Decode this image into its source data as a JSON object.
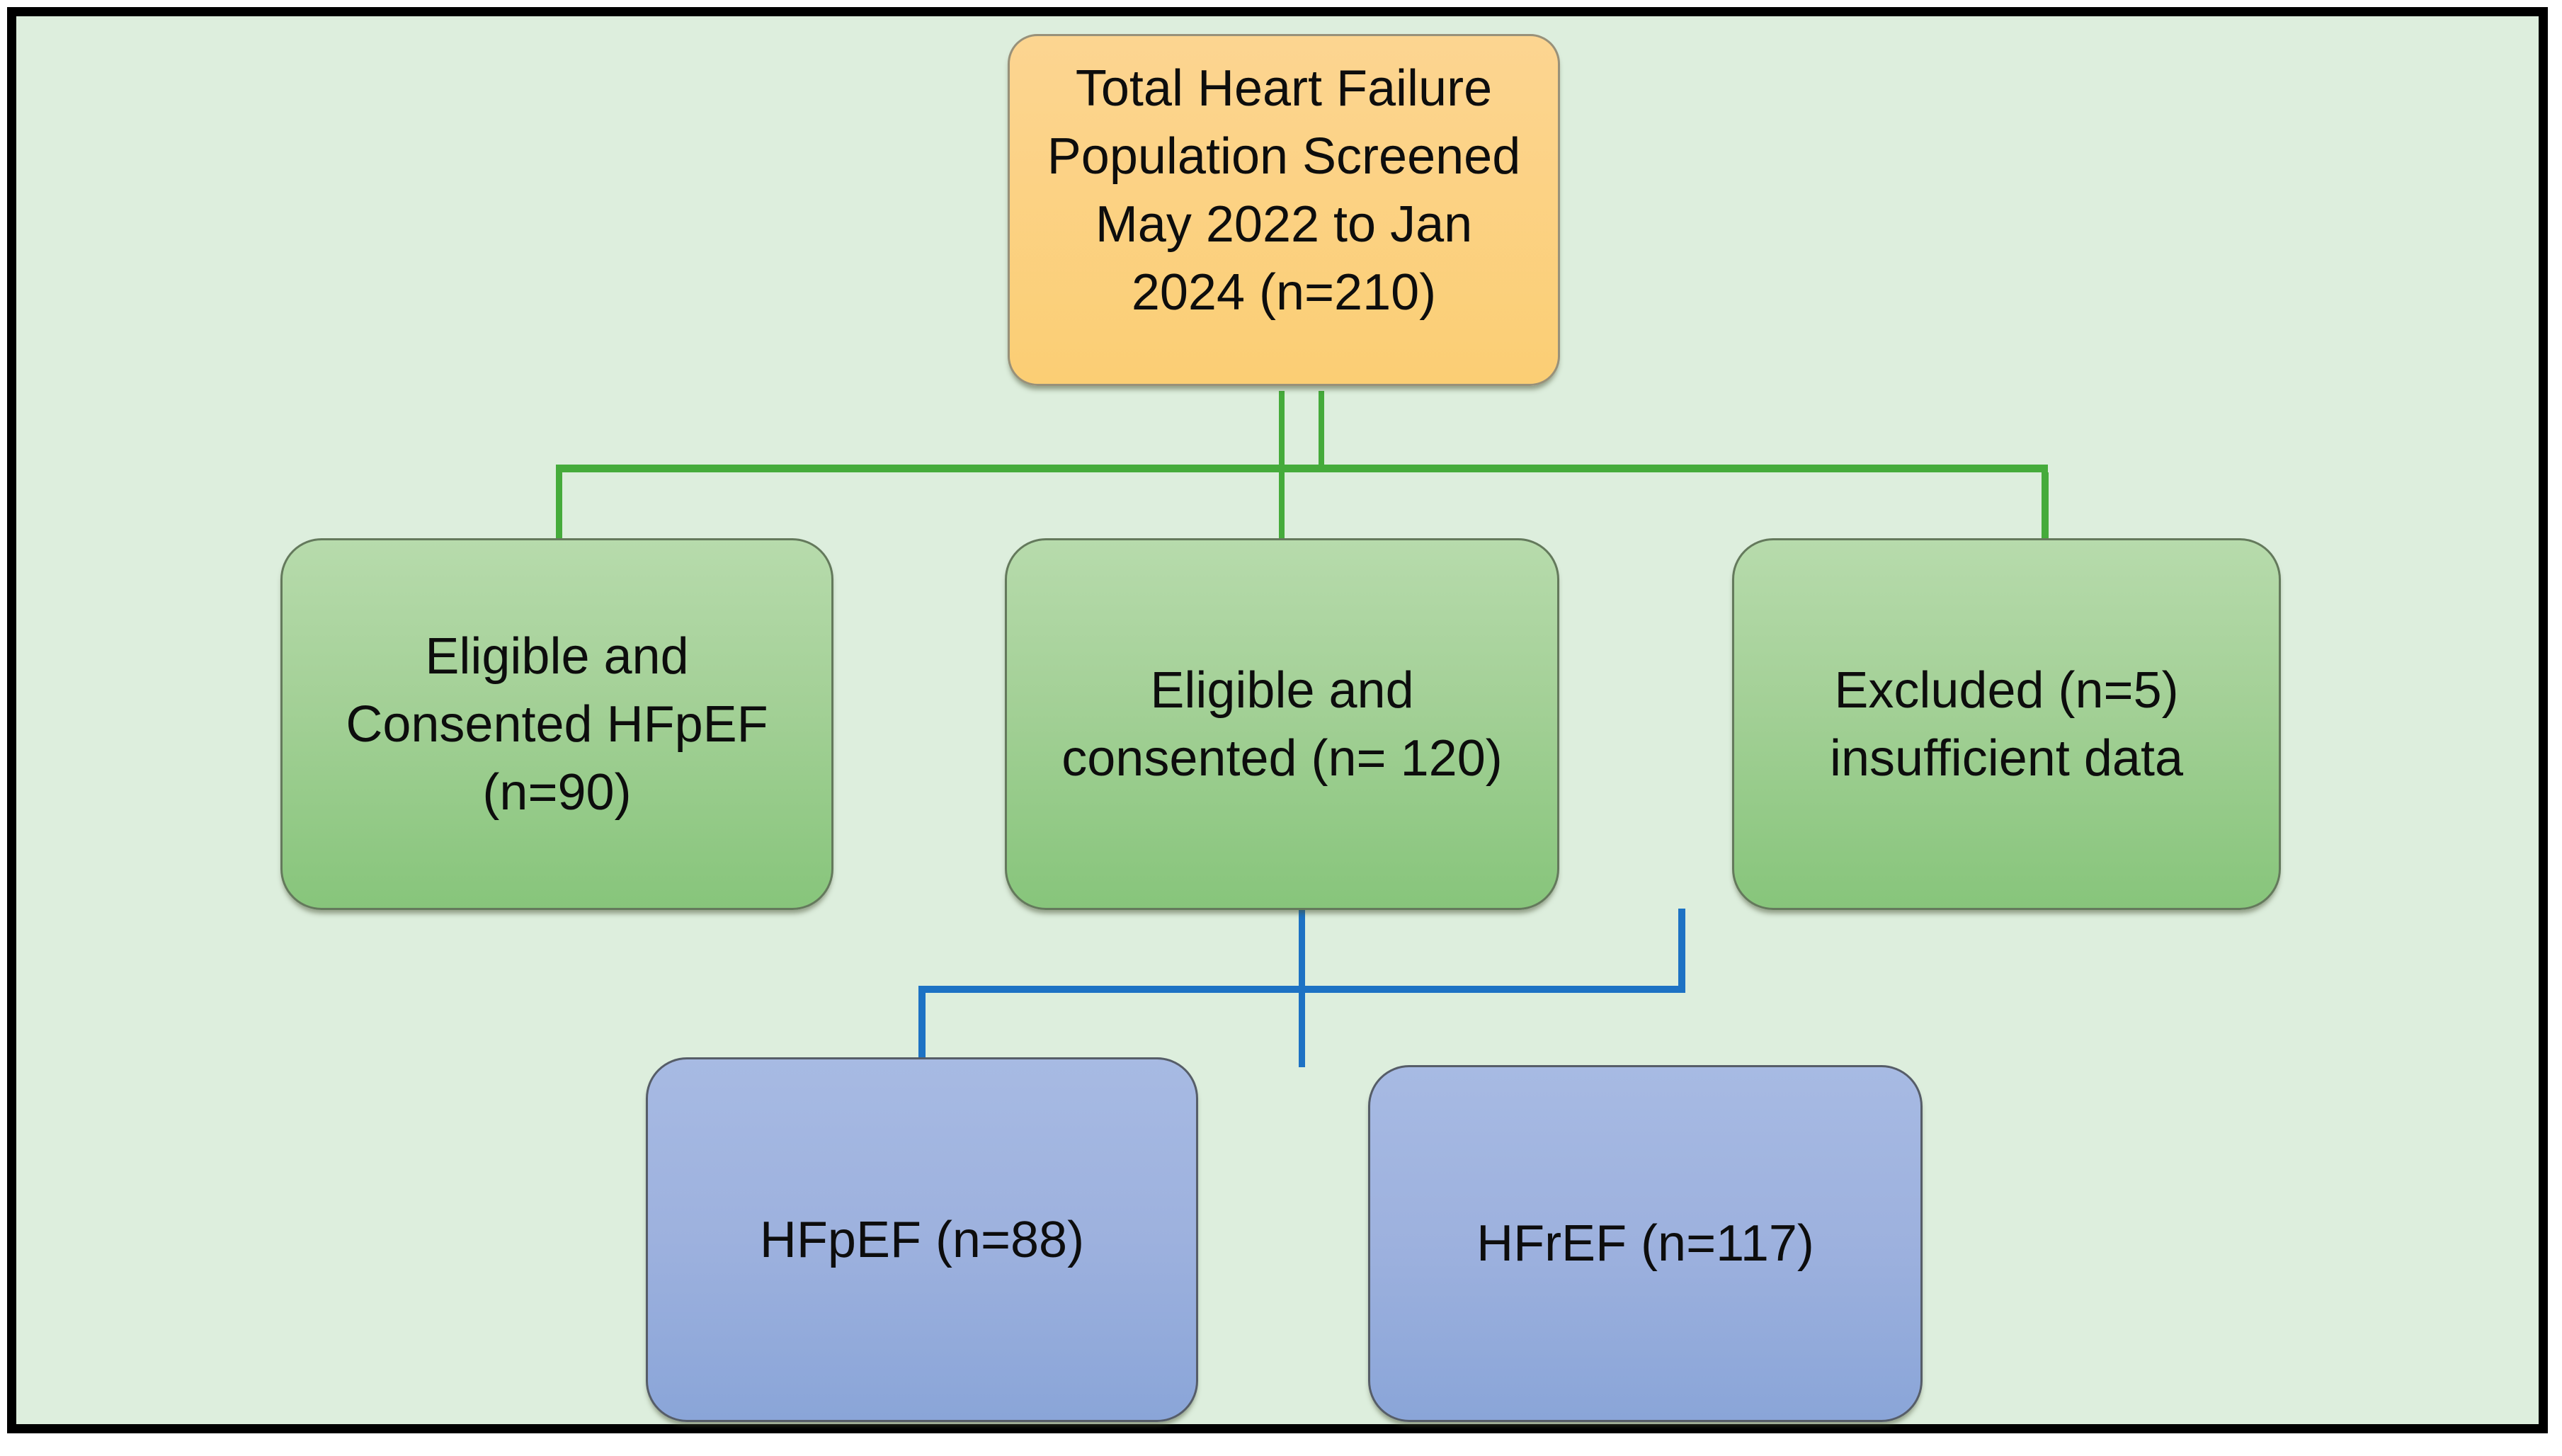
{
  "diagram_type": "flowchart",
  "nodes": {
    "total_screened": {
      "text": "Total Heart Failure\nPopulation Screened\nMay 2022 to Jan\n2024 (n=210)",
      "n": 210
    },
    "eligible_consented_hfpef": {
      "text": "Eligible and\nConsented HFpEF\n(n=90)",
      "n": 90
    },
    "eligible_consented": {
      "text": "Eligible and\nconsented (n= 120)",
      "n": 120
    },
    "excluded": {
      "text": "Excluded (n=5)\ninsufficient data",
      "n": 5
    },
    "hfpef": {
      "text": "HFpEF (n=88)",
      "n": 88
    },
    "hfref": {
      "text": "HFrEF (n=117)",
      "n": 117
    }
  },
  "edges": [
    {
      "from": "total_screened",
      "to": "eligible_consented_hfpef",
      "color_level": "level1"
    },
    {
      "from": "total_screened",
      "to": "eligible_consented",
      "color_level": "level1"
    },
    {
      "from": "total_screened",
      "to": "excluded",
      "color_level": "level1"
    },
    {
      "from": "eligible_consented",
      "to": "hfpef",
      "color_level": "level2"
    },
    {
      "from": "eligible_consented",
      "to": "hfref",
      "color_level": "level2"
    }
  ],
  "colors": {
    "canvas_bg": "#ddeedd",
    "frame_border": "#000000",
    "top_node_fill_top": "#fcd591",
    "top_node_fill_bottom": "#fbce74",
    "green_node_fill_top": "#b7dbac",
    "green_node_fill_bottom": "#87c57b",
    "blue_node_fill_top": "#a7bae3",
    "blue_node_fill_bottom": "#8aa5d8",
    "level1_connector": "#45ab3b",
    "level2_connector": "#1d72c4"
  }
}
